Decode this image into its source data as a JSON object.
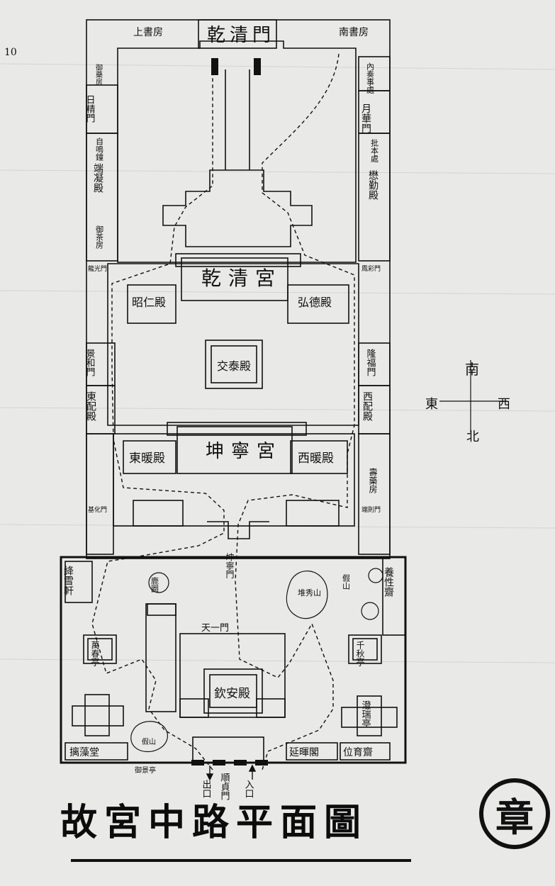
{
  "map": {
    "gates": {
      "qianqing_men": "乾清門",
      "kunning_men": "坤寧門",
      "tianyi_men": "天一門",
      "shunzhen_men": "順貞門",
      "rijing_men": "日精門",
      "yuehua_men": "月華門",
      "jinghe_men": "景和門",
      "longfu_men": "隆福門",
      "longguang_men": "龍光門",
      "fengcai_men": "鳳彩門",
      "jixiang_men": "基化門",
      "duanze_men": "端則門"
    },
    "halls": {
      "qianqing_gong": "乾清宮",
      "jiaotai_dian": "交泰殿",
      "kunning_gong": "坤寧宮",
      "zhaoren_dian": "昭仁殿",
      "hongde_dian": "弘德殿",
      "dongnuan_dian": "東暖殿",
      "xinuan_dian": "西暖殿",
      "dongpei_dian": "東配殿",
      "xipei_dian": "西配殿",
      "qinan_dian": "欽安殿",
      "duanning_dian": "端凝殿",
      "maoqin_dian": "懋勤殿"
    },
    "side_rooms": {
      "shang_shufang": "上書房",
      "nan_shufang": "南書房",
      "yuyao_fang": "御藥房",
      "zimingzhong": "自鳴鐘",
      "yucha_fang": "御茶房",
      "neizou_shichu": "內奏事處",
      "jingyi_chu": "批本處",
      "shouyao_fang": "壽藥房"
    },
    "garden": {
      "jiangxue_xuan": "絳雪軒",
      "wanchun_ting": "萬春亭",
      "qianqiu_ting": "千秋亭",
      "chengrui_ting": "澄瑞亭",
      "yangxing_zhai": "養性齋",
      "luguan": "鹿圈",
      "jiashan_w": "假山",
      "jiashan_e": "假山",
      "yujing_ting": "御景亭",
      "chizao_tang": "摛藻堂",
      "yanhui_ge": "延暉閣",
      "weiyu_zhai": "位育齋",
      "duixiu_shan": "堆秀山"
    },
    "route": {
      "exit": "出口",
      "entrance": "入口"
    },
    "compass": {
      "north": "北",
      "south": "南",
      "east": "東",
      "west": "西"
    },
    "title": "故宮中路平面圖",
    "seal": "章",
    "margin_mark": "10"
  },
  "colors": {
    "paper": "#e9e9e7",
    "ink": "#111111"
  }
}
